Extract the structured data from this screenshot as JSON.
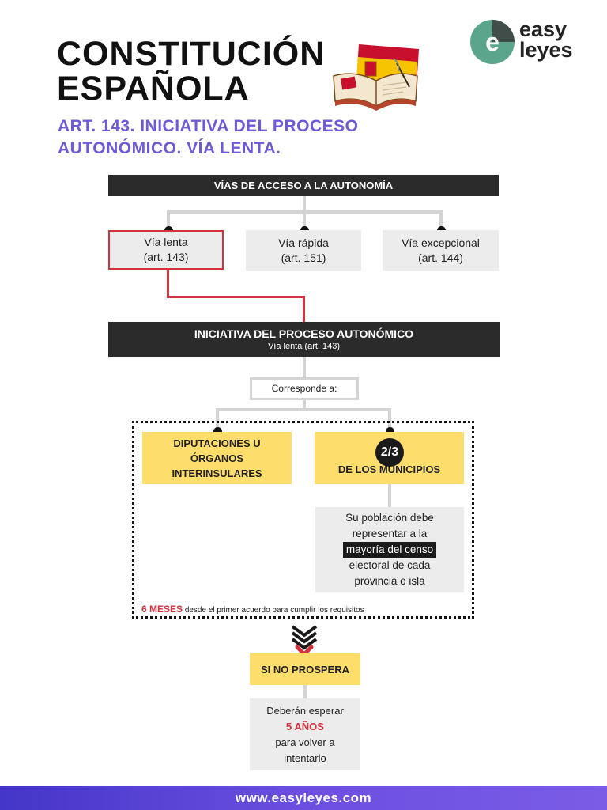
{
  "header": {
    "title_line1": "CONSTITUCIÓN",
    "title_line2": "ESPAÑOLA",
    "subtitle_line1": "ART. 143. INICIATIVA DEL PROCESO",
    "subtitle_line2": "AUTONÓMICO. VÍA LENTA.",
    "logo_line1": "easy",
    "logo_line2": "leyes",
    "logo_glyph": "e"
  },
  "access": {
    "heading": "VÍAS DE ACCESO A LA AUTONOMÍA",
    "options": [
      {
        "line1": "Vía lenta",
        "line2": "(art. 143)"
      },
      {
        "line1": "Vía rápida",
        "line2": "(art. 151)"
      },
      {
        "line1": "Vía excepcional",
        "line2": "(art. 144)"
      }
    ]
  },
  "initiative": {
    "heading": "INICIATIVA DEL PROCESO AUTONÓMICO",
    "sub": "Vía lenta (art. 143)",
    "corresponds": "Corresponde a:"
  },
  "bodies": {
    "left_line1": "DIPUTACIONES U",
    "left_line2": "ÓRGANOS",
    "left_line3": "INTERINSULARES",
    "fraction": "2/3",
    "right_label": "DE LOS MUNICIPIOS",
    "note_line1": "Su población debe",
    "note_line2": "representar a la",
    "note_highlight": "mayoría del censo",
    "note_line4": "electoral de cada",
    "note_line5": "provincia o isla",
    "deadline_strong": "6 MESES",
    "deadline_rest": "desde el primer acuerdo para cumplir los requisitos"
  },
  "outcome": {
    "label": "SI NO PROSPERA",
    "wait_line1": "Deberán esperar",
    "wait_strong": "5 AÑOS",
    "wait_line3": "para volver a",
    "wait_line4": "intentarlo"
  },
  "footer": {
    "url": "www.easyleyes.com"
  },
  "colors": {
    "accent": "#7158d6",
    "highlight_red": "#d3333e",
    "yellow": "#fddd6c",
    "dark": "#2b2b2b",
    "grey": "#ececec"
  }
}
